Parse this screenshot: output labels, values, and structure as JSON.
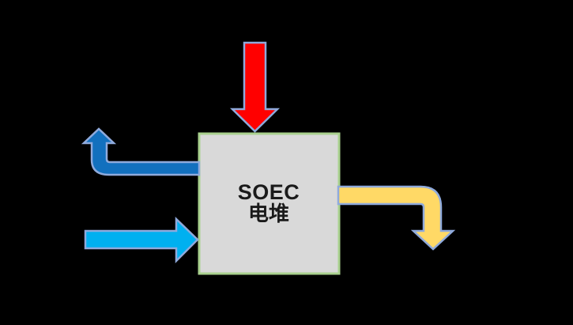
{
  "diagram": {
    "type": "flow-diagram",
    "description": "SOEC stack block diagram with one inflow arrow from top, one inflow arrow from left, one outflow bent arrow to upper-left, one outflow bent arrow to lower-right"
  },
  "colors": {
    "background": "#000000",
    "box_fill": "#D9D9D9",
    "box_border": "#A9D18E",
    "arrow_outline": "#8FAADC",
    "label_text": "#1A1A1A"
  },
  "node": {
    "label_line1": "SOEC",
    "label_line2": "电堆"
  },
  "arrows": [
    {
      "name": "top-inflow-arrow",
      "direction": "down",
      "fill": "#FF0000"
    },
    {
      "name": "upper-left-outflow-arrow",
      "direction": "left-then-up",
      "fill": "#1270BE"
    },
    {
      "name": "left-inflow-arrow",
      "direction": "right",
      "fill": "#00B0F0"
    },
    {
      "name": "lower-right-outflow-arrow",
      "direction": "right-then-down",
      "fill": "#FFD966"
    }
  ]
}
